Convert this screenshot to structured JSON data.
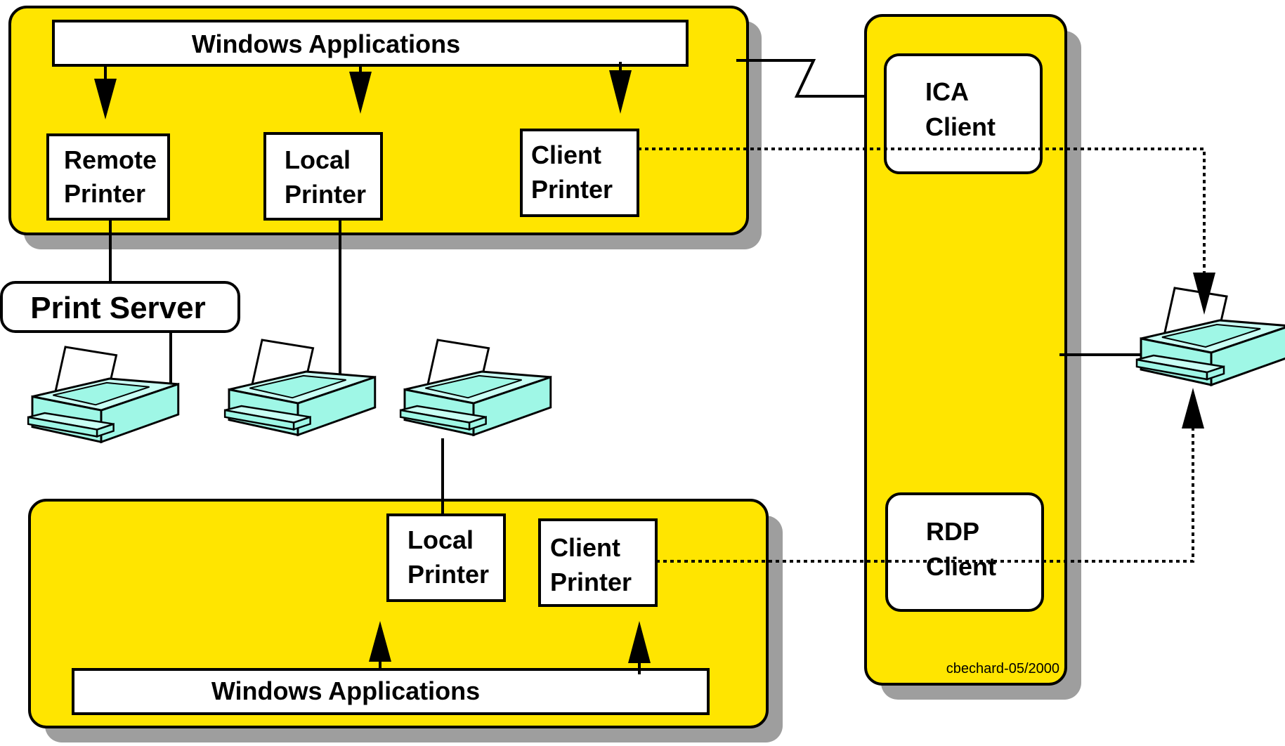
{
  "colors": {
    "panel": "#ffe500",
    "shadow": "#9e9e9e",
    "printer_body": "#9ff7e6",
    "printer_top": "#c9fff4",
    "outline": "#000000"
  },
  "icons": {
    "printer": "printer-icon",
    "arrow": "arrow-down-icon"
  },
  "upper_server": {
    "apps_label": "Windows Applications",
    "remote_printer": [
      "Remote",
      "Printer"
    ],
    "local_printer": [
      "Local",
      "Printer"
    ],
    "client_printer": [
      "Client",
      "Printer"
    ]
  },
  "print_server": {
    "label": "Print Server"
  },
  "lower_server": {
    "apps_label": "Windows Applications",
    "local_printer": [
      "Local",
      "Printer"
    ],
    "client_printer": [
      "Client",
      "Printer"
    ]
  },
  "client_machine": {
    "ica_client": [
      "ICA",
      "Client"
    ],
    "rdp_client": [
      "RDP",
      "Client"
    ],
    "credit": "cbechard-05/2000"
  }
}
